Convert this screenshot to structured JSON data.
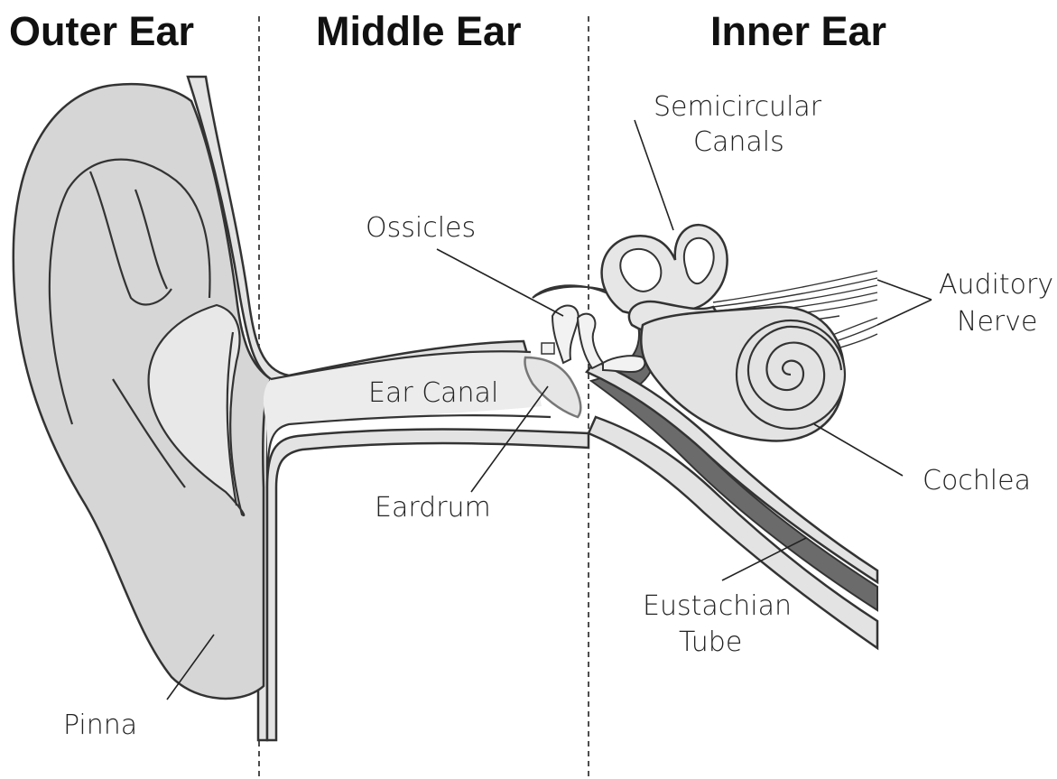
{
  "sections": {
    "outer": "Outer Ear",
    "middle": "Middle Ear",
    "inner": "Inner Ear"
  },
  "labels": {
    "semicircular_line1": "Semicircular",
    "semicircular_line2": "Canals",
    "ossicles": "Ossicles",
    "auditory_line1": "Auditory",
    "auditory_line2": "Nerve",
    "ear_canal": "Ear Canal",
    "cochlea": "Cochlea",
    "eardrum": "Eardrum",
    "eustachian_line1": "Eustachian",
    "eustachian_line2": "Tube",
    "pinna": "Pinna"
  }
}
